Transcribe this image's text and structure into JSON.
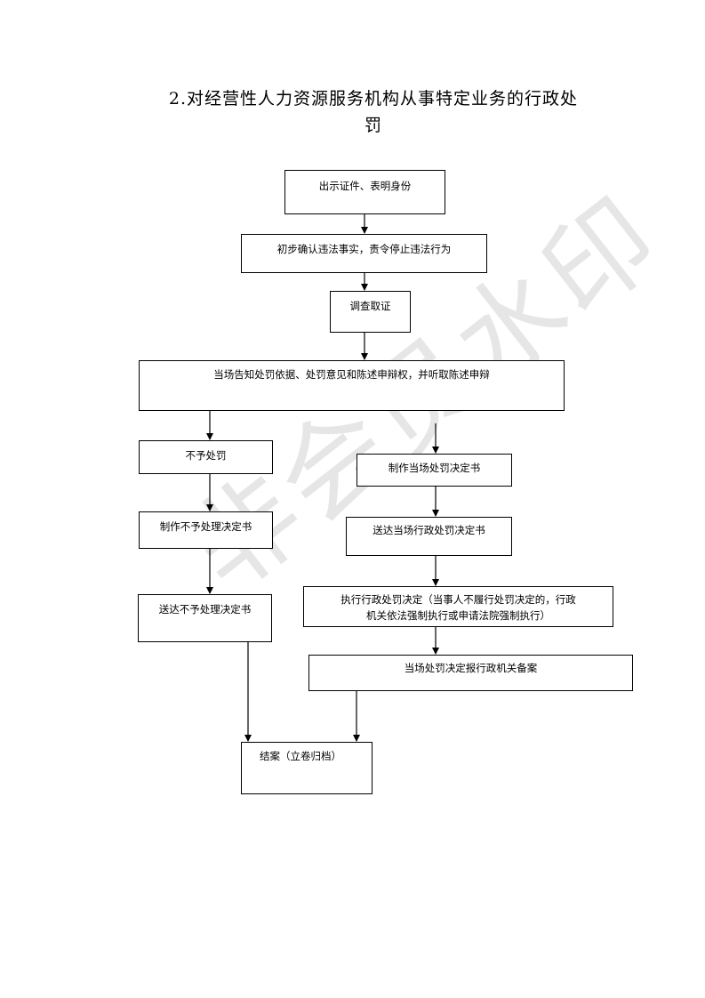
{
  "title": {
    "line1": "2.对经营性人力资源服务机构从事特定业务的行政处",
    "line2": "罚"
  },
  "watermark": "非会员水印",
  "nodes": {
    "n1": "出示证件、表明身份",
    "n2": "初步确认违法事实，责令停止违法行为",
    "n3": "调查取证",
    "n4": "当场告知处罚依据、处罚意见和陈述申辩权，并听取陈述申辩",
    "n5": "不予处罚",
    "n6": "制作当场处罚决定书",
    "n7": "制作不予处理决定书",
    "n8": "送达当场行政处罚决定书",
    "n9": "送达不予处理决定书",
    "n10a": "执行行政处罚决定（当事人不履行处罚决定的，行政",
    "n10b": "机关依法强制执行或申请法院强制执行）",
    "n11": "当场处罚决定报行政机关备案",
    "n12": "结案（立卷归档）"
  }
}
